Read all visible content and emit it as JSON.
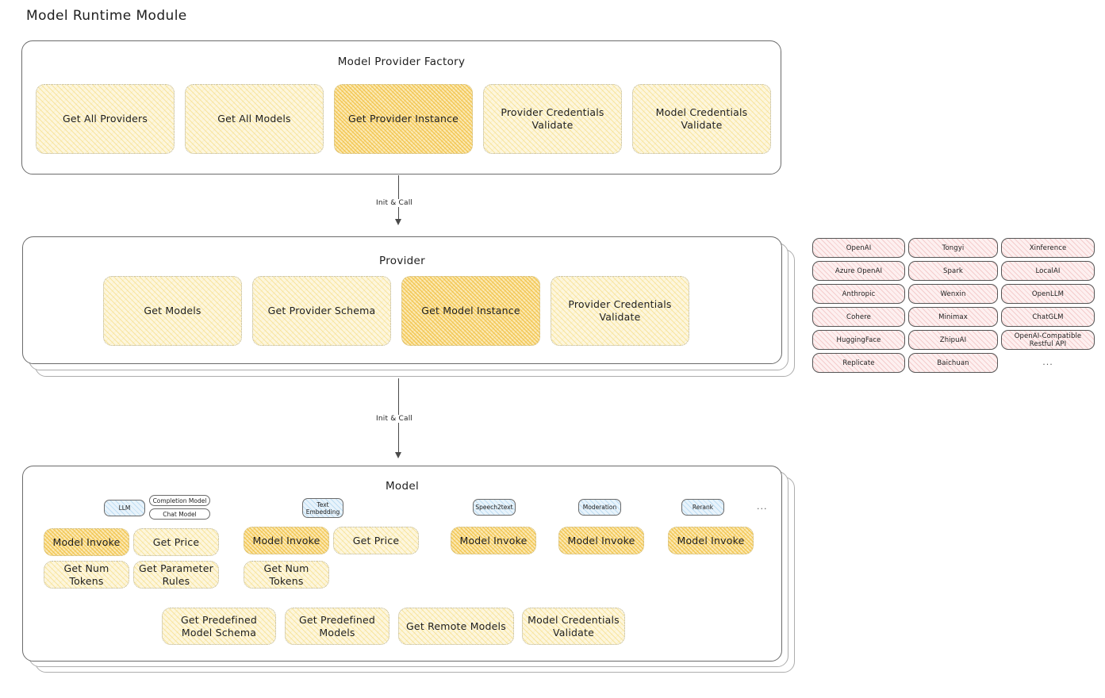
{
  "page": {
    "title": "Model Runtime Module"
  },
  "colors": {
    "card_fill": "#fdf6dd",
    "card_highlight_fill": "#fbe9b4",
    "provider_pill_fill": "#fdf0f0",
    "badge_blue_fill": "#e8f3fb",
    "stroke": "#6b6b6b",
    "text": "#1e1e1e"
  },
  "sections": {
    "factory": {
      "title": "Model Provider Factory",
      "cards": [
        {
          "label": "Get All Providers",
          "highlight": false
        },
        {
          "label": "Get All Models",
          "highlight": false
        },
        {
          "label": "Get Provider Instance",
          "highlight": true
        },
        {
          "label": "Provider Credentials Validate",
          "highlight": false
        },
        {
          "label": "Model Credentials Validate",
          "highlight": false
        }
      ]
    },
    "provider": {
      "title": "Provider",
      "stacked": true,
      "cards": [
        {
          "label": "Get Models",
          "highlight": false
        },
        {
          "label": "Get Provider Schema",
          "highlight": false
        },
        {
          "label": "Get Model Instance",
          "highlight": true
        },
        {
          "label": "Provider Credentials Validate",
          "highlight": false
        }
      ]
    },
    "model": {
      "title": "Model",
      "stacked": true,
      "groups": [
        {
          "badge": "LLM",
          "sub_badges": [
            "Completion Model",
            "Chat Model"
          ],
          "cards": [
            {
              "label": "Model Invoke",
              "highlight": true
            },
            {
              "label": "Get Price",
              "highlight": false
            },
            {
              "label": "Get Num Tokens",
              "highlight": false
            },
            {
              "label": "Get Parameter Rules",
              "highlight": false
            }
          ]
        },
        {
          "badge": "Text Embedding",
          "sub_badges": [],
          "cards": [
            {
              "label": "Model Invoke",
              "highlight": true
            },
            {
              "label": "Get Price",
              "highlight": false
            },
            {
              "label": "Get Num Tokens",
              "highlight": false
            }
          ]
        },
        {
          "badge": "Speech2text",
          "sub_badges": [],
          "cards": [
            {
              "label": "Model Invoke",
              "highlight": true
            }
          ]
        },
        {
          "badge": "Moderation",
          "sub_badges": [],
          "cards": [
            {
              "label": "Model Invoke",
              "highlight": true
            }
          ]
        },
        {
          "badge": "Rerank",
          "sub_badges": [],
          "cards": [
            {
              "label": "Model Invoke",
              "highlight": true
            }
          ]
        }
      ],
      "more_indicator": "...",
      "common_cards": [
        {
          "label": "Get Predefined Model Schema"
        },
        {
          "label": "Get Predefined Models"
        },
        {
          "label": "Get Remote Models"
        },
        {
          "label": "Model Credentials Validate"
        }
      ]
    }
  },
  "arrows": [
    {
      "label": "Init & Call"
    },
    {
      "label": "Init & Call"
    }
  ],
  "provider_list": {
    "columns": [
      {
        "items": [
          "OpenAI",
          "Azure OpenAI",
          "Anthropic",
          "Cohere",
          "HuggingFace",
          "Replicate"
        ]
      },
      {
        "items": [
          "Tongyi",
          "Spark",
          "Wenxin",
          "Minimax",
          "ZhipuAI",
          "Baichuan"
        ]
      },
      {
        "items": [
          "Xinference",
          "LocalAI",
          "OpenLLM",
          "ChatGLM",
          "OpenAI-Compatible Restful API"
        ],
        "ellipsis": "..."
      }
    ]
  }
}
